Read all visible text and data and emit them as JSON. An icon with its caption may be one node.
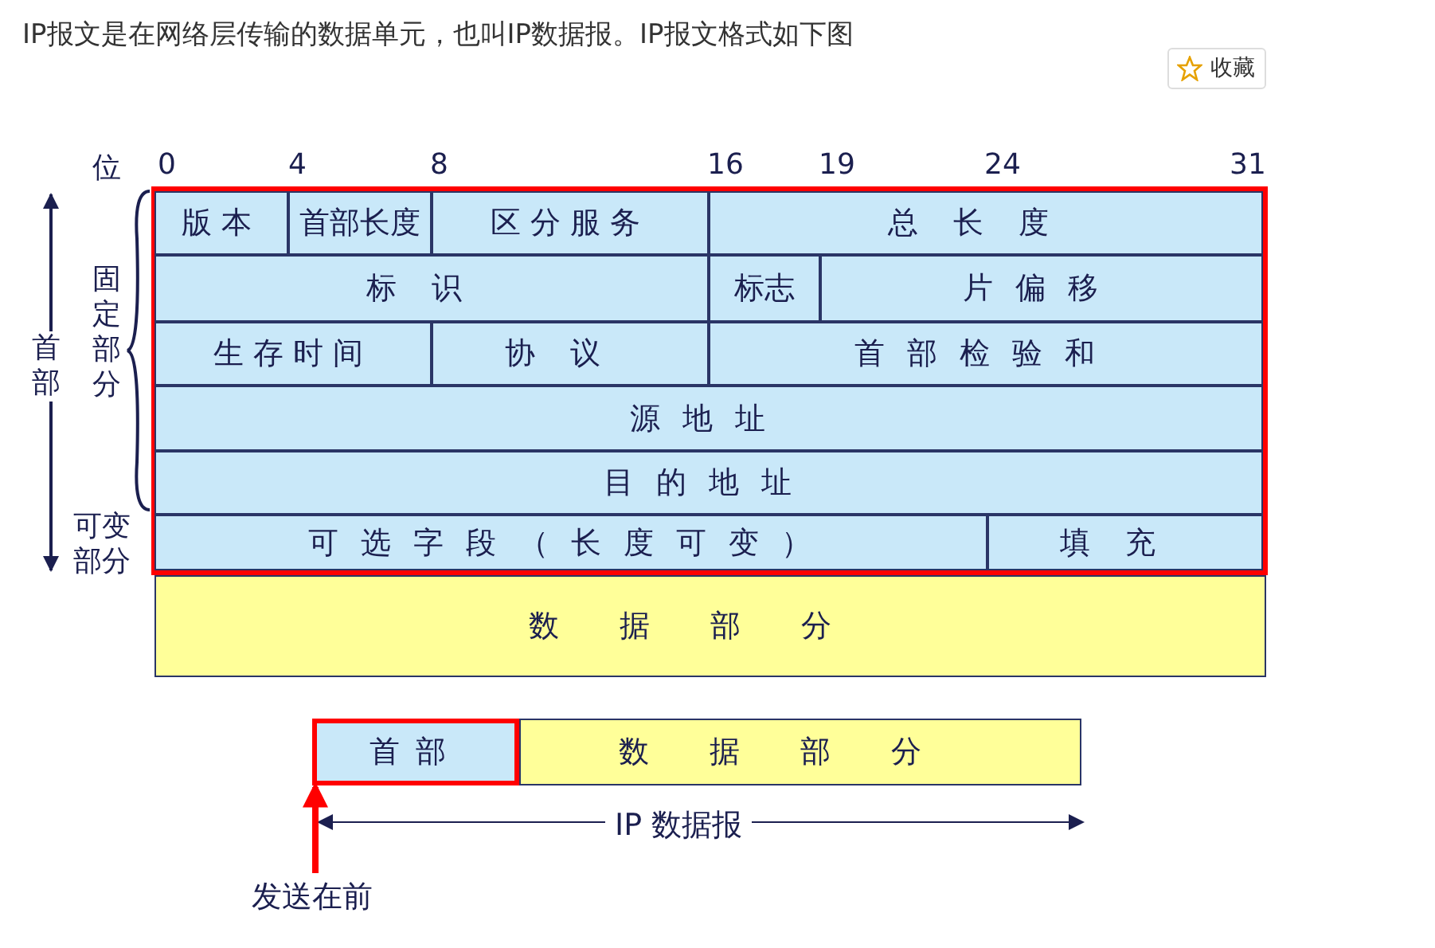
{
  "diagram": {
    "title": "IP报文是在网络层传输的数据单元，也叫IP数据报。IP报文格式如下图",
    "nodes": [
      {
        "text": [],
        "shape": "box"
      },
      {
        "text": [
          "版本"
        ],
        "in": 0
      },
      {
        "text": [
          "首部长度"
        ],
        "in": 0
      },
      {
        "text": [
          "区分服务"
        ],
        "in": 0
      },
      {
        "text": [
          "总长度"
        ],
        "in": 0
      },
      {
        "text": [
          "标识"
        ],
        "in": 0
      },
      {
        "text": [
          "标志"
        ],
        "in": 0
      },
      {
        "text": [
          "片偏移"
        ],
        "in": 0
      },
      {
        "text": [
          "生存时间"
        ],
        "in": 0
      },
      {
        "text": [
          "协议"
        ],
        "in": 0
      },
      {
        "text": [
          "首部检验和"
        ],
        "in": 0
      },
      {
        "text": [
          "源地址"
        ],
        "in": 0
      },
      {
        "text": [
          "目的地址"
        ],
        "in": 0
      },
      {
        "text": [
          "可选字段（长度可变）"
        ],
        "in": 0
      },
      {
        "text": [
          "填充"
        ],
        "in": 0
      },
      {
        "text": [
          "数据部分"
        ]
      },
      {
        "text": [
          "首部"
        ]
      },
      {
        "text": [
          "数据部分"
        ]
      },
      {
        "text": [
          "发送在前"
        ]
      }
    ],
    "edges": [
      {
        "from": 18,
        "to": 16,
        "arrow": "to",
        "color": "#ff0000"
      }
    ],
    "labels": [
      "收藏",
      "位",
      "0",
      "4",
      "8",
      "16",
      "19",
      "24",
      "31",
      "首部",
      "固定部分",
      "可变部分",
      "IP 数据报"
    ]
  }
}
